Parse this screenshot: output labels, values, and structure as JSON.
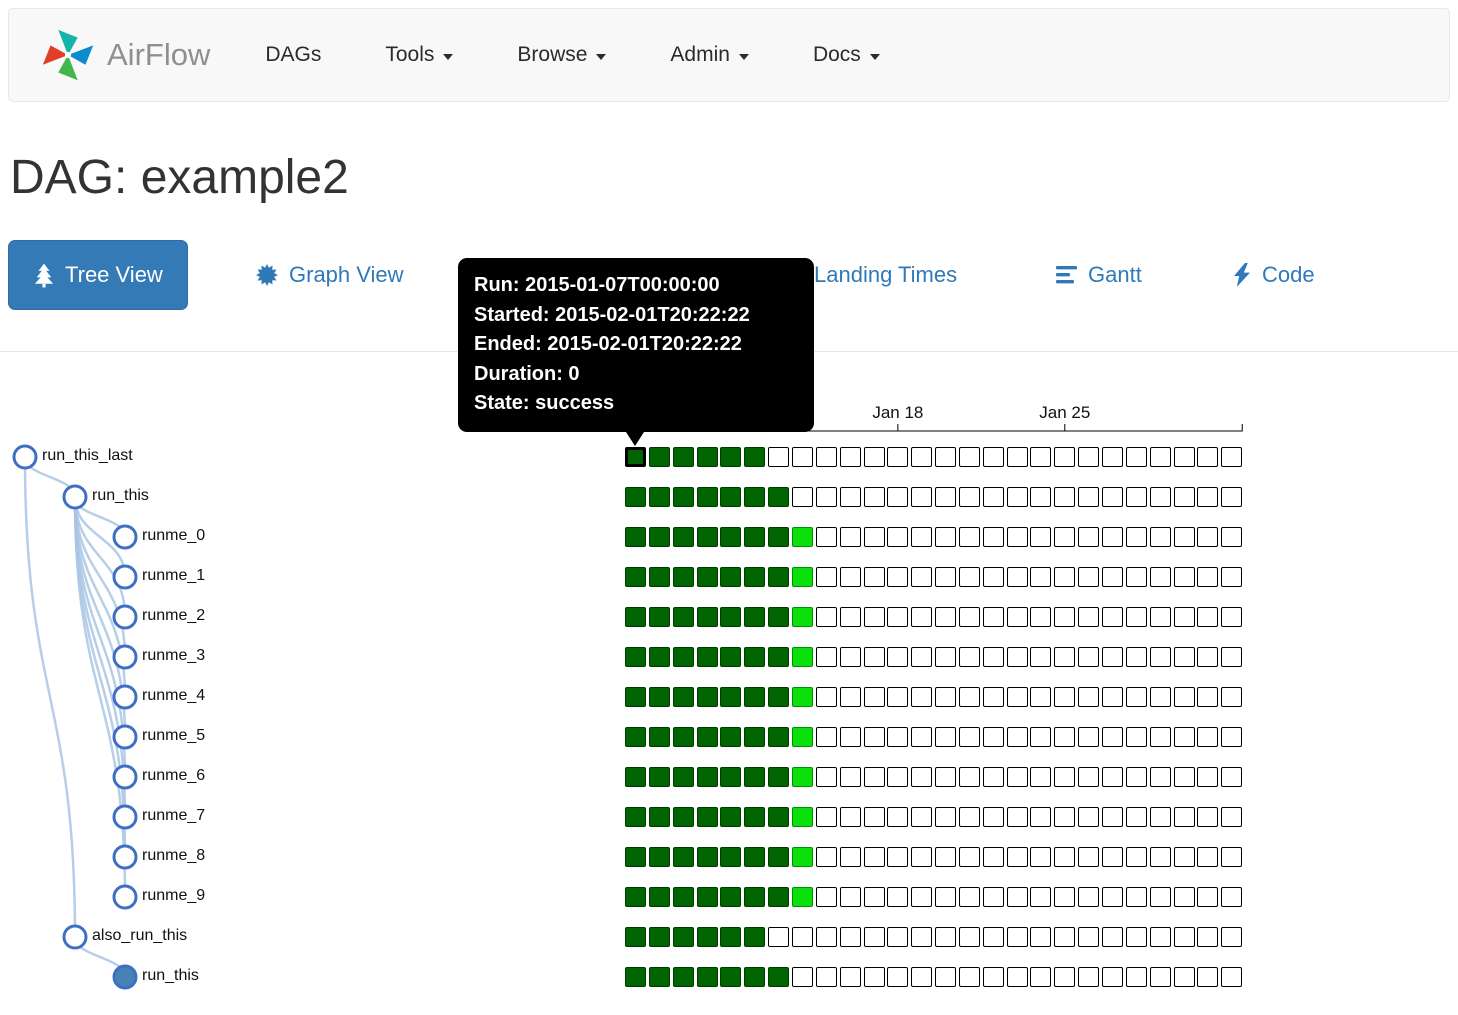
{
  "navbar": {
    "brand": "AirFlow",
    "logo_icon": "pinwheel-icon",
    "items": [
      {
        "label": "DAGs",
        "dropdown": false
      },
      {
        "label": "Tools",
        "dropdown": true
      },
      {
        "label": "Browse",
        "dropdown": true
      },
      {
        "label": "Admin",
        "dropdown": true
      },
      {
        "label": "Docs",
        "dropdown": true
      }
    ]
  },
  "page": {
    "title": "DAG: example2"
  },
  "tabs": [
    {
      "label": "Tree View",
      "icon": "tree-icon",
      "active": true
    },
    {
      "label": "Graph View",
      "icon": "starburst-icon",
      "active": false
    },
    {
      "label": "Landing Times",
      "icon": null,
      "active": false
    },
    {
      "label": "Gantt",
      "icon": "align-left-icon",
      "active": false
    },
    {
      "label": "Code",
      "icon": "bolt-icon",
      "active": false
    }
  ],
  "tooltip": {
    "run": "Run: 2015-01-07T00:00:00",
    "started": "Started: 2015-02-01T20:22:22",
    "ended": "Ended: 2015-02-01T20:22:22",
    "duration": "Duration: 0",
    "state": "State: success"
  },
  "axis": {
    "labels": [
      {
        "text": "Jan 18",
        "col": 11
      },
      {
        "text": "Jan 25",
        "col": 18
      }
    ],
    "tick_cols": [
      4,
      11,
      18
    ]
  },
  "grid": {
    "columns": 26
  },
  "cell_states": {
    "B": "selected",
    "s": "success",
    "r": "running",
    ".": "none"
  },
  "colors": {
    "accent": "#337ab7",
    "link": "#3079b8",
    "success": "#006400",
    "running": "#0be00b",
    "edge": "#a9c6e4",
    "node_stroke": "#3f6fc4",
    "node_fill": "#4682b4"
  },
  "tree": {
    "rows": [
      {
        "label": "run_this_last",
        "depth": 0,
        "parent": null,
        "node": "open",
        "cells": "Bsssss"
      },
      {
        "label": "run_this",
        "depth": 1,
        "parent": 0,
        "node": "open",
        "cells": "sssssss"
      },
      {
        "label": "runme_0",
        "depth": 2,
        "parent": 1,
        "node": "open",
        "cells": "sssssssr"
      },
      {
        "label": "runme_1",
        "depth": 2,
        "parent": 1,
        "node": "open",
        "cells": "sssssssr"
      },
      {
        "label": "runme_2",
        "depth": 2,
        "parent": 1,
        "node": "open",
        "cells": "sssssssr"
      },
      {
        "label": "runme_3",
        "depth": 2,
        "parent": 1,
        "node": "open",
        "cells": "sssssssr"
      },
      {
        "label": "runme_4",
        "depth": 2,
        "parent": 1,
        "node": "open",
        "cells": "sssssssr"
      },
      {
        "label": "runme_5",
        "depth": 2,
        "parent": 1,
        "node": "open",
        "cells": "sssssssr"
      },
      {
        "label": "runme_6",
        "depth": 2,
        "parent": 1,
        "node": "open",
        "cells": "sssssssr"
      },
      {
        "label": "runme_7",
        "depth": 2,
        "parent": 1,
        "node": "open",
        "cells": "sssssssr"
      },
      {
        "label": "runme_8",
        "depth": 2,
        "parent": 1,
        "node": "open",
        "cells": "sssssssr"
      },
      {
        "label": "runme_9",
        "depth": 2,
        "parent": 1,
        "node": "open",
        "cells": "sssssssr"
      },
      {
        "label": "also_run_this",
        "depth": 1,
        "parent": 0,
        "node": "open",
        "cells": "ssssss"
      },
      {
        "label": "run_this",
        "depth": 2,
        "parent": 12,
        "node": "filled",
        "cells": "sssssss"
      }
    ]
  }
}
